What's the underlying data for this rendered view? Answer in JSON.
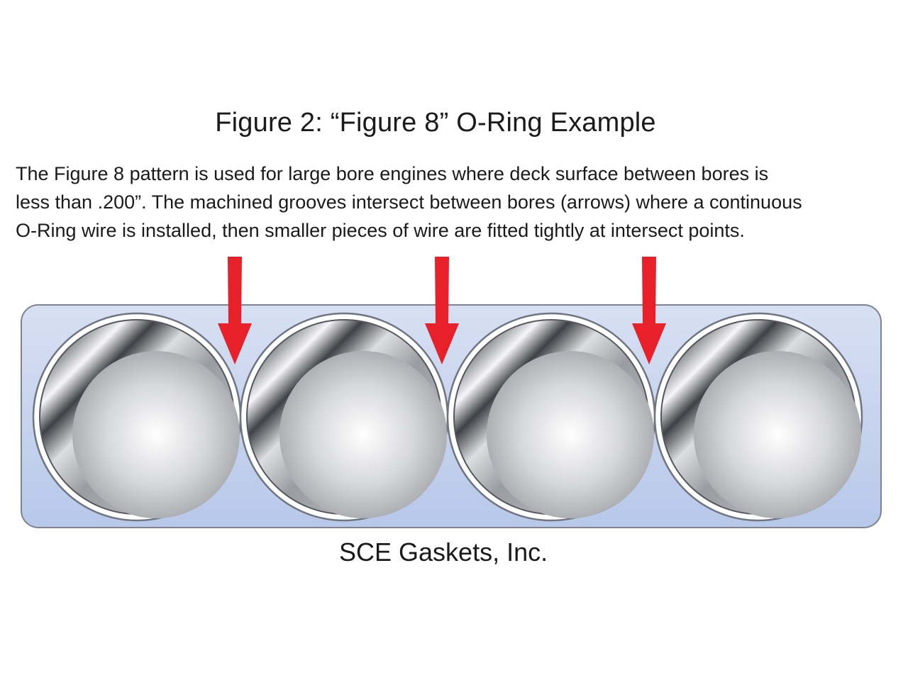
{
  "title": "Figure 2:  “Figure 8” O-Ring Example",
  "description": {
    "lines": [
      "The Figure 8 pattern is used for large bore engines where deck surface between bores is",
      "less than .200”. The machined grooves intersect between bores (arrows) where a continuous",
      "O-Ring wire is installed, then smaller pieces of wire are fitted tightly at intersect points."
    ]
  },
  "footer": "SCE Gaskets, Inc.",
  "diagram": {
    "bore_count": 4,
    "arrow_count": 3,
    "colors": {
      "plate_fill": "#c9d6f0",
      "plate_edge": "#8a8f99",
      "arrow": "#e8202a",
      "ring": "#6f7580"
    }
  }
}
